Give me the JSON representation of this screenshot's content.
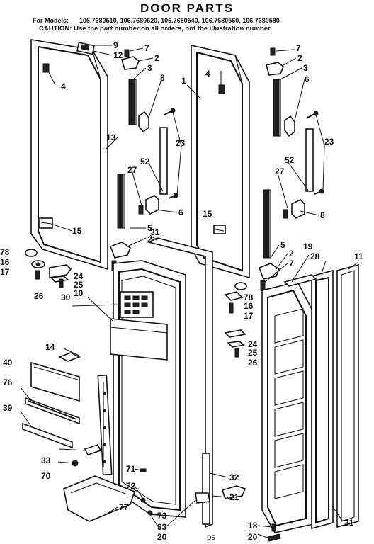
{
  "header": {
    "title": "DOOR PARTS",
    "models_label": "For Models:",
    "models": "106.7680510, 106.7680520, 106.7680540, 106.7680560, 106.7680580",
    "caution": "CAUTION: Use the part number on all orders, not the illustration number."
  },
  "diagram_code": "D5",
  "part_labels": {
    "p9": "9",
    "p12": "12",
    "p7a": "7",
    "p2a": "2",
    "p3a": "3",
    "p8a": "8",
    "p4a": "4",
    "p13": "13",
    "p23a": "23",
    "p52a": "52",
    "p27a": "27",
    "p6a": "6",
    "p15a": "15",
    "p5a": "5",
    "p2b": "2",
    "p31": "31",
    "p78a": "78",
    "p16a": "16",
    "p17a": "17",
    "p24a": "24",
    "p25a": "25",
    "p26a": "26",
    "p30": "30",
    "p10": "10",
    "p1": "1",
    "p4b": "4",
    "p7b": "7",
    "p2c": "2",
    "p3b": "3",
    "p6b": "6",
    "p23b": "23",
    "p52b": "52",
    "p27b": "27",
    "p8b": "8",
    "p15b": "15",
    "p5b": "5",
    "p2d": "2",
    "p7c": "7",
    "p19": "19",
    "p28": "28",
    "p11": "11",
    "p78b": "78",
    "p16b": "16",
    "p17b": "17",
    "p24b": "24",
    "p25b": "25",
    "p26b": "26",
    "p14": "14",
    "p40": "40",
    "p76": "76",
    "p39": "39",
    "p33a": "33",
    "p70": "70",
    "p71": "71",
    "p72": "72",
    "p73": "73",
    "p77": "77",
    "p33b": "33",
    "p20a": "20",
    "p32": "32",
    "p21a": "21",
    "p18": "18",
    "p20b": "20",
    "p21b": "21"
  }
}
